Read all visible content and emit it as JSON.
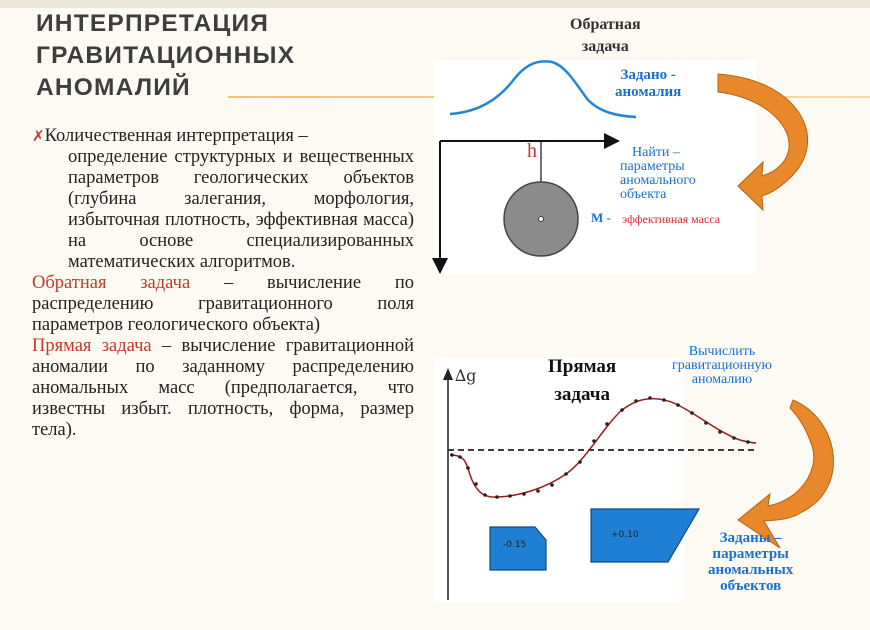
{
  "title": {
    "line1": "ИНТЕРПРЕТАЦИЯ",
    "line2": "ГРАВИТАЦИОННЫХ",
    "line3": "АНОМАЛИЙ"
  },
  "body": {
    "bullet_icon": "x-bullet-icon",
    "bullet_first": "Количественная интерпретация –",
    "bullet_rest": "определение структурных и вещественных параметров геологических объектов (глубина залегания, морфология, избыточная плотность, эффективная масса) на основе специализированных математических алгоритмов.",
    "inverse_term": "Обратная задача",
    "inverse_rest": " – вычисление по распределению гравитационного поля параметров геологического объекта)",
    "direct_term": "Прямая задача",
    "direct_rest": " – вычисление гравитационной аномалии по заданному распределению аномальных масс (предполагается, что известны избыт. плотность, форма, размер тела)."
  },
  "diagram_top": {
    "heading_line1": "Обратная",
    "heading_line2": "задача",
    "given_line1": "Задано -",
    "given_line2": "аномалия",
    "find_line1": "Найти –",
    "find_line2": "параметры",
    "find_line3": "аномального",
    "find_line4": "объекта",
    "mass_prefix": "M -",
    "mass_label": "эффективная масса",
    "depth_label": "h"
  },
  "diagram_bottom": {
    "heading_line1": "Прямая",
    "heading_line2": "задача",
    "compute_line1": "Вычислить",
    "compute_line2": "гравитационную",
    "compute_line3": "аномалию",
    "given_line1": "Заданы –",
    "given_line2": "параметры",
    "given_line3": "аномальных",
    "given_line4": "объектов",
    "axis_label": "∆g",
    "body1_density": "-0.15",
    "body2_density": "+0.10"
  },
  "colors": {
    "accent_red": "#c0392b",
    "label_blue": "#1a6fd0",
    "arrow_orange": "#e8882a"
  }
}
